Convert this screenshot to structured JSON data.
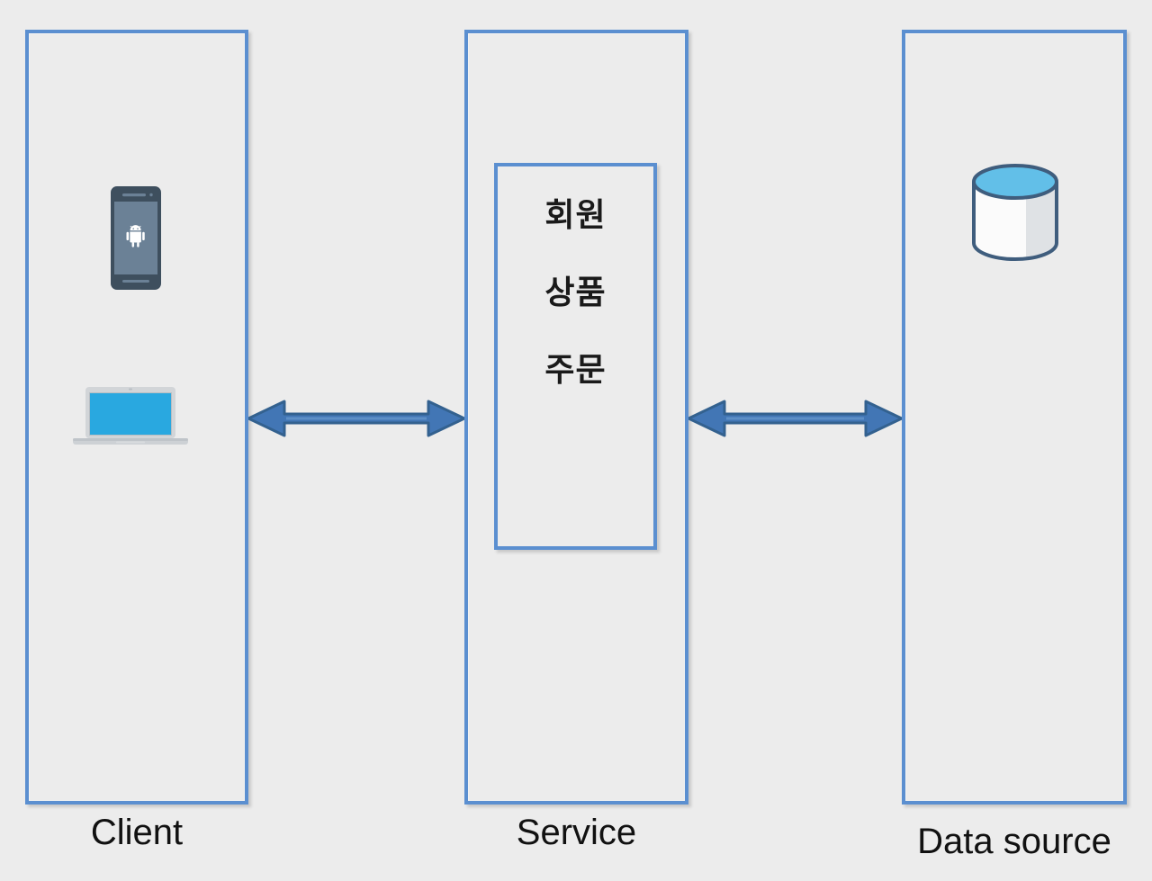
{
  "diagram": {
    "title": "Client / Service / Data source architecture",
    "background_color": "#ececec",
    "border_color": "#5b8fd0",
    "arrow_color": "#33618f",
    "arrow_fill_color": "#4276b5"
  },
  "columns": [
    {
      "id": "client",
      "caption": "Client",
      "icons": [
        {
          "name": "android-phone-icon",
          "label": "Android phone"
        },
        {
          "name": "laptop-icon",
          "label": "Laptop"
        }
      ]
    },
    {
      "id": "service",
      "caption": "Service",
      "modules": [
        {
          "label": "회원"
        },
        {
          "label": "상품"
        },
        {
          "label": "주문"
        }
      ]
    },
    {
      "id": "datasource",
      "caption": "Data source",
      "icons": [
        {
          "name": "database-cylinder-icon",
          "label": "Database"
        }
      ]
    }
  ],
  "connectors": [
    {
      "id": "client-service",
      "type": "double-headed-arrow",
      "from": "Client",
      "to": "Service"
    },
    {
      "id": "service-datasource",
      "type": "double-headed-arrow",
      "from": "Service",
      "to": "Data source"
    }
  ],
  "icon_colors": {
    "phone_frame": "#3e4f5e",
    "phone_screen": "#6b8196",
    "android_robot": "#ffffff",
    "laptop_body": "#d2d5d8",
    "laptop_screen": "#29a8e0",
    "database_top": "#62bfe8",
    "database_body": "#fbfbfb",
    "database_shade": "#dfe2e5",
    "database_outline": "#3f5d7d"
  }
}
